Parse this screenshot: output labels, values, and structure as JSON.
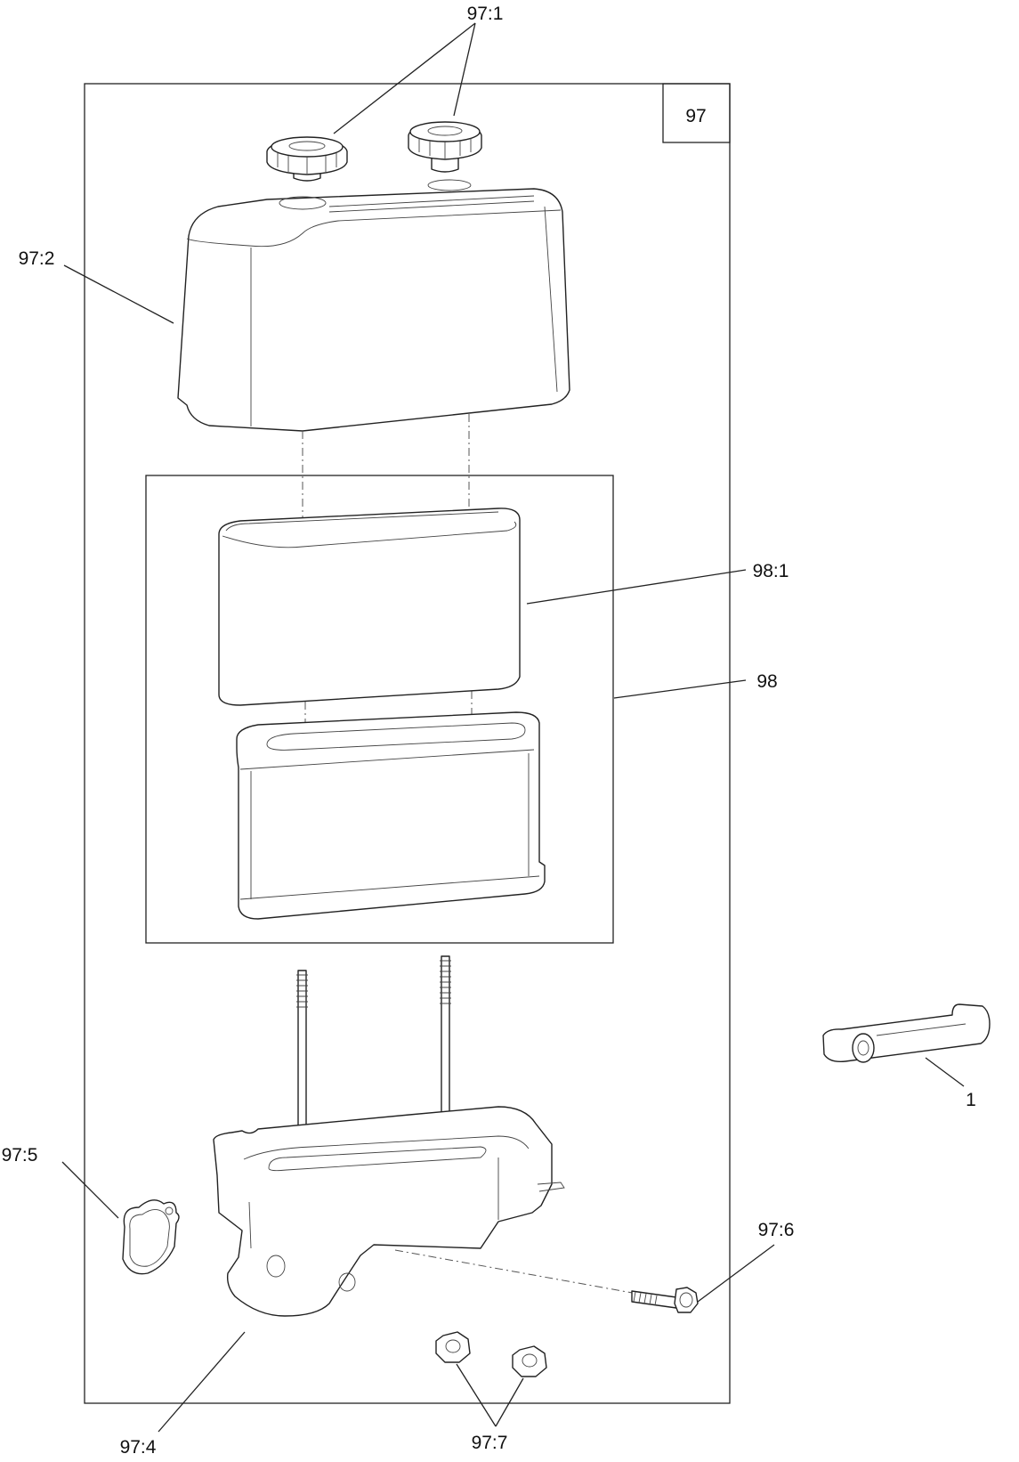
{
  "callouts": {
    "c97_1": "97:1",
    "c97": "97",
    "c97_2": "97:2",
    "c98_1": "98:1",
    "c98": "98",
    "c1": "1",
    "c97_5": "97:5",
    "c97_6": "97:6",
    "c97_4": "97:4",
    "c97_7": "97:7"
  },
  "colors": {
    "line": "#222222",
    "background": "#ffffff"
  }
}
